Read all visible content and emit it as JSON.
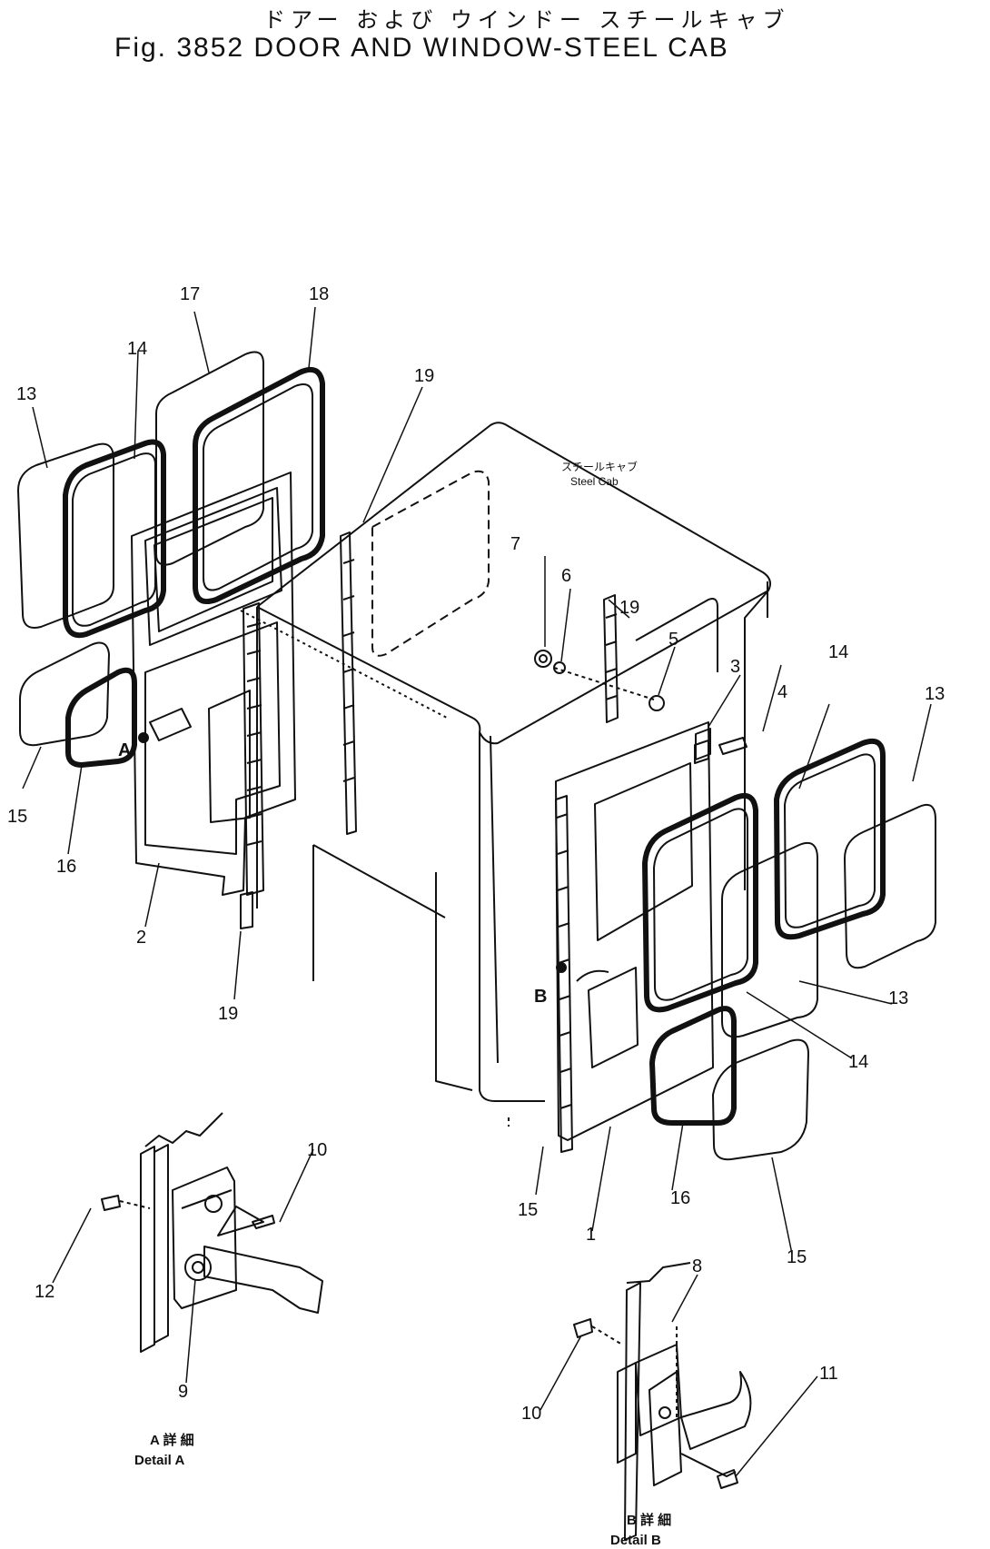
{
  "title_jp": "ドアー および ウインドー スチールキャブ",
  "title_en": "Fig. 3852 DOOR AND WINDOW-STEEL CAB",
  "cab_label_jp": "スチールキャブ",
  "cab_label_en": "Steel Cab",
  "callouts": {
    "c17": "17",
    "c18": "18",
    "c14a": "14",
    "c13a": "13",
    "c19a": "19",
    "c15a": "15",
    "c16a": "16",
    "c2": "2",
    "c19b": "19",
    "cA": "A",
    "c7": "7",
    "c6": "6",
    "c19c": "19",
    "c5": "5",
    "c3": "3",
    "c4": "4",
    "c14b": "14",
    "c13b": "13",
    "c13c": "13",
    "c14c": "14",
    "cB": "B",
    "c15b": "15",
    "c1": "1",
    "c16b": "16",
    "c15c": "15",
    "c10a": "10",
    "c12": "12",
    "c9": "9",
    "c8": "8",
    "c10b": "10",
    "c11": "11"
  },
  "detail_a": {
    "jp": "A 詳 細",
    "en": "Detail A"
  },
  "detail_b": {
    "jp": "B 詳 細",
    "en": "Detail B"
  }
}
